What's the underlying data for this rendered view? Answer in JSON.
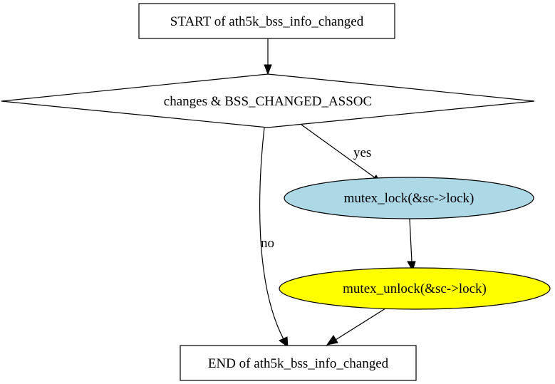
{
  "nodes": {
    "start": {
      "label": "START of ath5k_bss_info_changed",
      "fill": "#ffffff"
    },
    "decision": {
      "label": "changes & BSS_CHANGED_ASSOC",
      "fill": "#ffffff"
    },
    "lock": {
      "label": "mutex_lock(&sc->lock)",
      "fill": "#add8e6"
    },
    "unlock": {
      "label": "mutex_unlock(&sc->lock)",
      "fill": "#ffff00"
    },
    "end": {
      "label": "END of ath5k_bss_info_changed",
      "fill": "#ffffff"
    }
  },
  "edges": {
    "yes": {
      "label": "yes"
    },
    "no": {
      "label": "no"
    }
  }
}
